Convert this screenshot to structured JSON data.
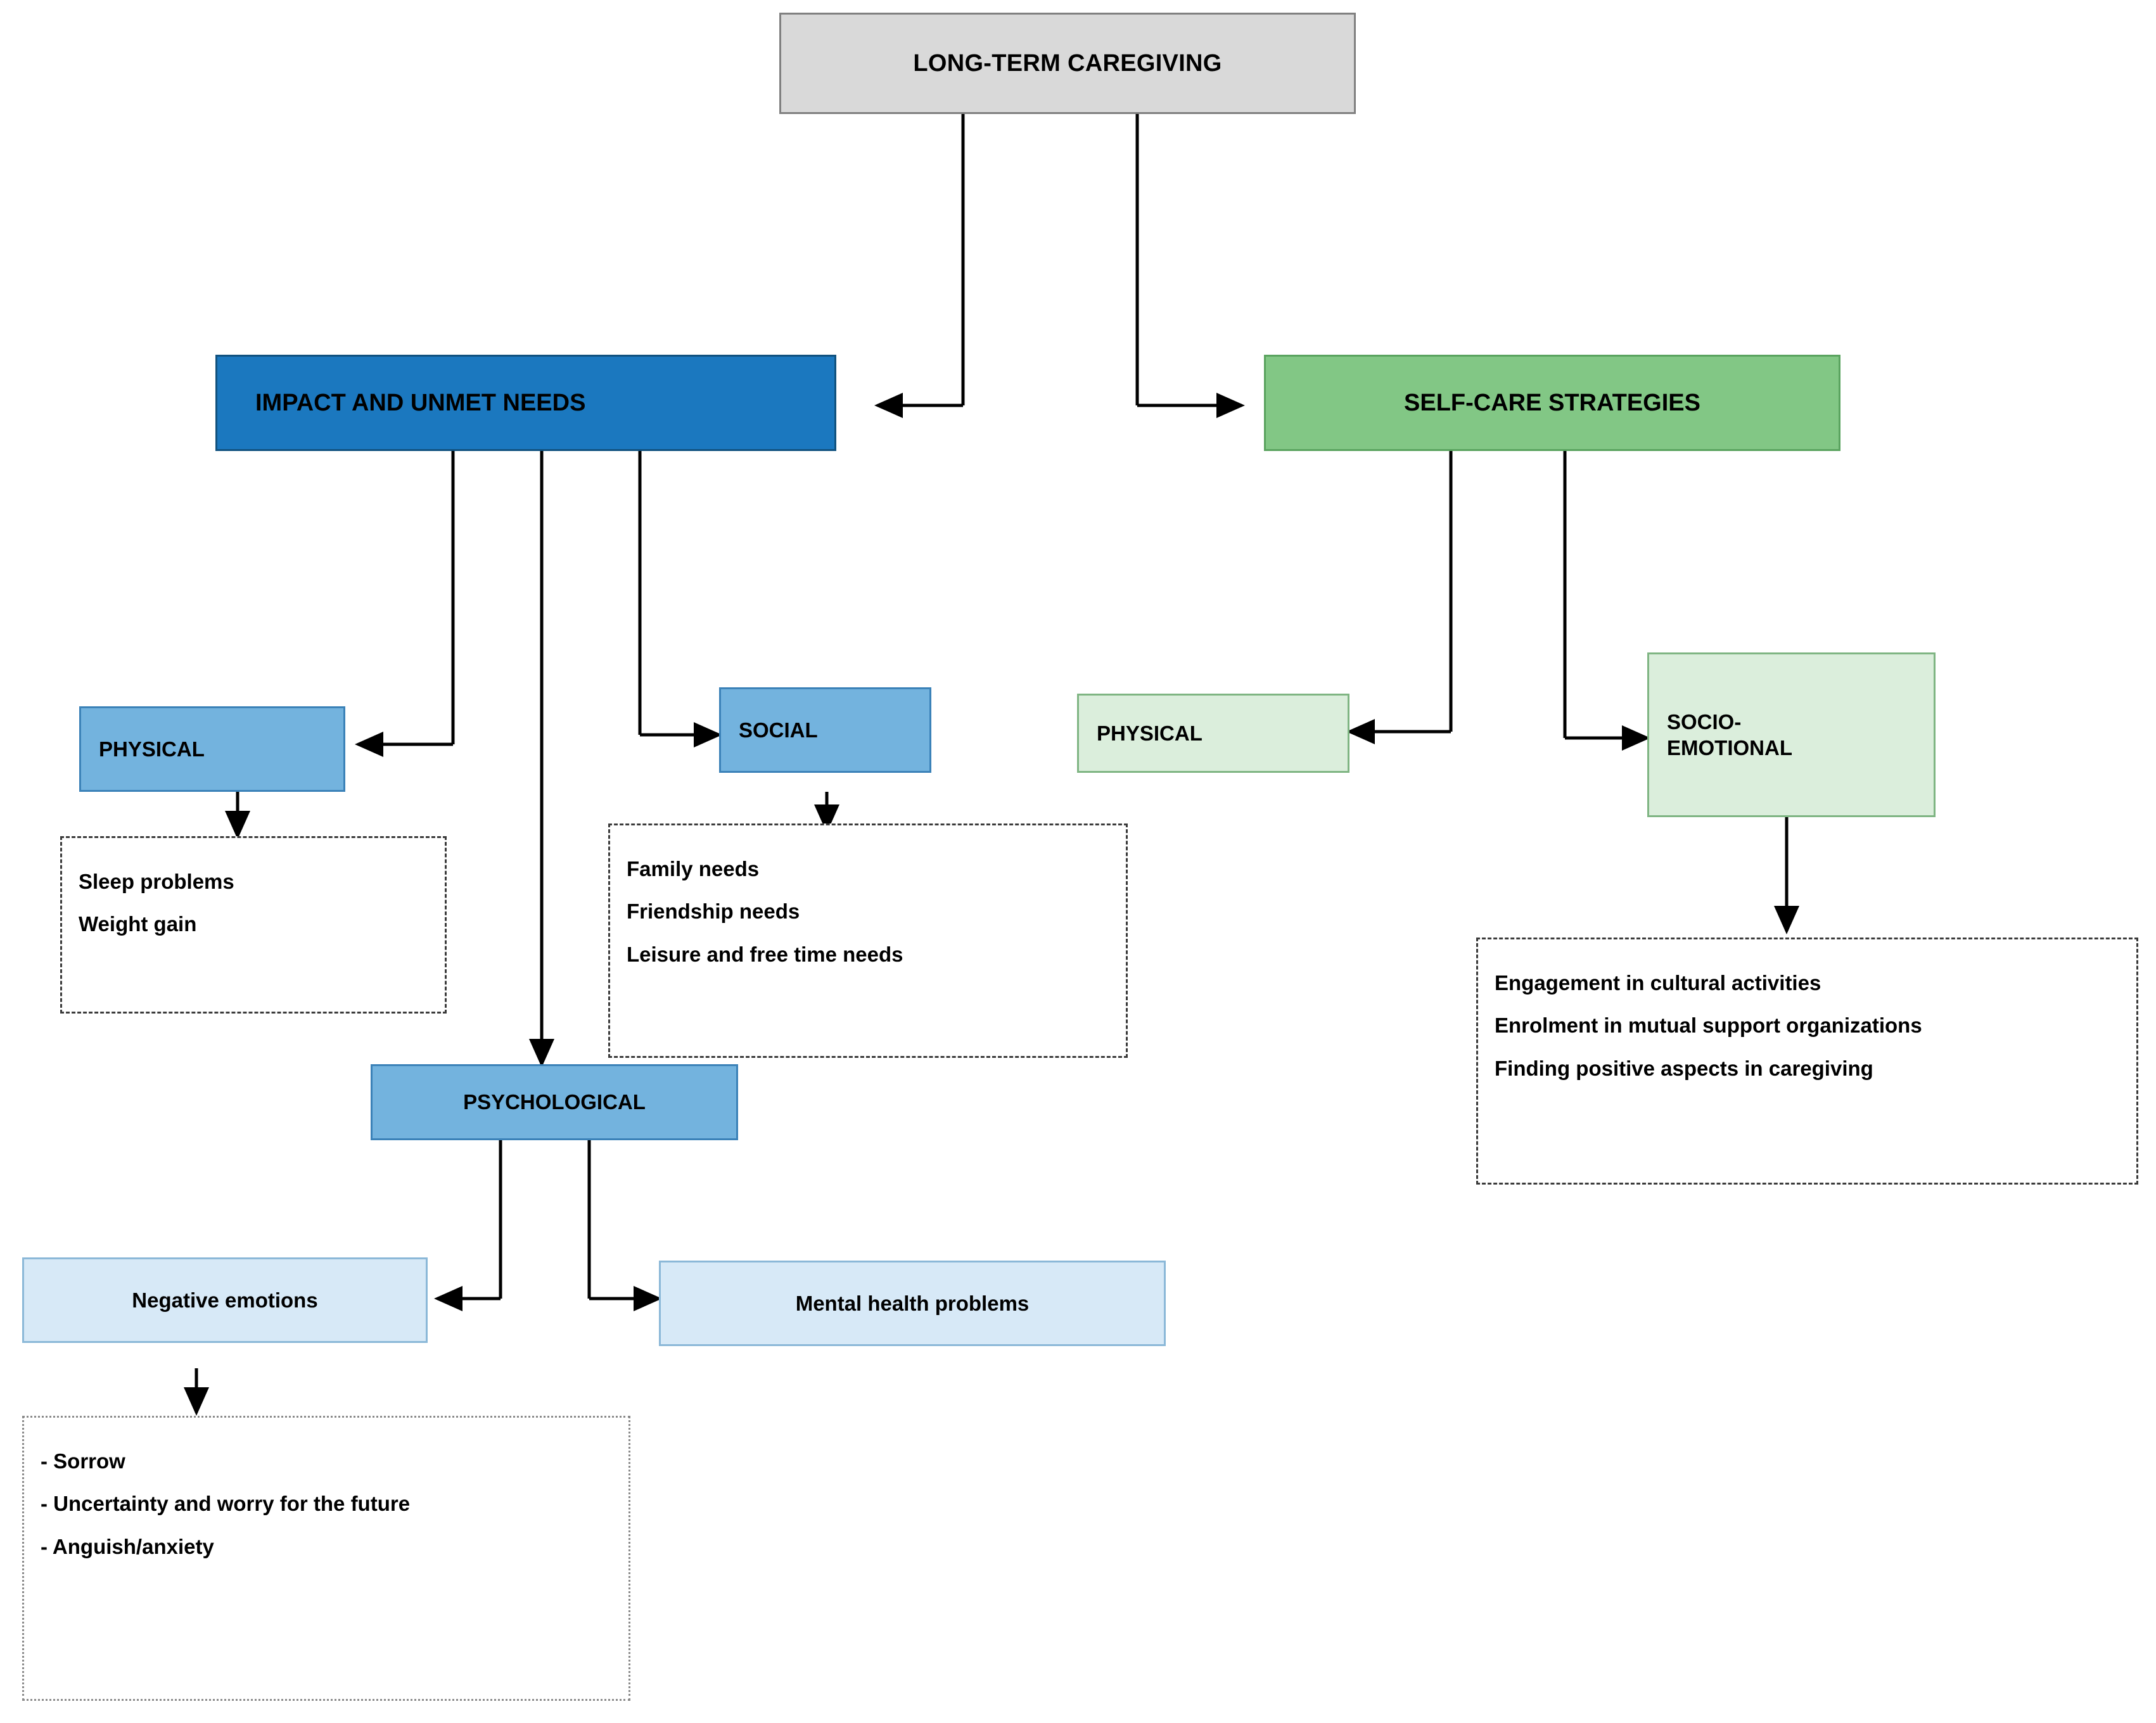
{
  "diagram": {
    "title_node": {
      "label": "LONG-TERM CAREGIVING"
    },
    "branches": [
      {
        "id": "impact",
        "label": "IMPACT AND UNMET NEEDS",
        "color": "#1b78bf",
        "children": [
          {
            "id": "impact-physical",
            "label": "PHYSICAL",
            "details": [
              "Sleep problems",
              "Weight gain"
            ]
          },
          {
            "id": "impact-social",
            "label": "SOCIAL",
            "details": [
              "Family needs",
              "Friendship needs",
              "Leisure and free time needs"
            ]
          },
          {
            "id": "impact-psychological",
            "label": "PSYCHOLOGICAL",
            "subnodes": [
              {
                "id": "negative-emotions",
                "label": "Negative emotions",
                "details": [
                  "- Sorrow",
                  "- Uncertainty and worry for the future",
                  "- Anguish/anxiety"
                ]
              },
              {
                "id": "mental-health-problems",
                "label": "Mental health problems",
                "details": []
              }
            ]
          }
        ]
      },
      {
        "id": "selfcare",
        "label": "SELF-CARE STRATEGIES",
        "color": "#82c785",
        "children": [
          {
            "id": "selfcare-physical",
            "label": "PHYSICAL",
            "details": []
          },
          {
            "id": "selfcare-socioemotional",
            "label_line1": "SOCIO-",
            "label_line2": "EMOTIONAL",
            "details": [
              "Engagement in cultural activities",
              "Enrolment in mutual support organizations",
              "Finding positive aspects in caregiving"
            ]
          }
        ]
      }
    ]
  }
}
